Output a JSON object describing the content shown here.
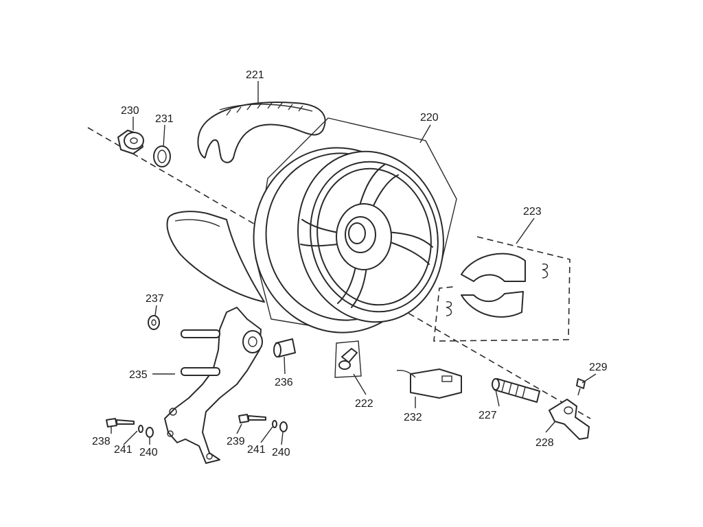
{
  "callouts": [
    {
      "id": "c221",
      "text": "221"
    },
    {
      "id": "c230",
      "text": "230"
    },
    {
      "id": "c231",
      "text": "231"
    },
    {
      "id": "c220",
      "text": "220"
    },
    {
      "id": "c223",
      "text": "223"
    },
    {
      "id": "c237",
      "text": "237"
    },
    {
      "id": "c235",
      "text": "235"
    },
    {
      "id": "c236",
      "text": "236"
    },
    {
      "id": "c222",
      "text": "222"
    },
    {
      "id": "c232",
      "text": "232"
    },
    {
      "id": "c227",
      "text": "227"
    },
    {
      "id": "c229",
      "text": "229"
    },
    {
      "id": "c228",
      "text": "228"
    },
    {
      "id": "c238",
      "text": "238"
    },
    {
      "id": "c241a",
      "text": "241"
    },
    {
      "id": "c240a",
      "text": "240"
    },
    {
      "id": "c239",
      "text": "239"
    },
    {
      "id": "c241b",
      "text": "241"
    },
    {
      "id": "c240b",
      "text": "240"
    }
  ],
  "colors": {
    "line": "#2a2a2a",
    "paper": "#ffffff"
  }
}
